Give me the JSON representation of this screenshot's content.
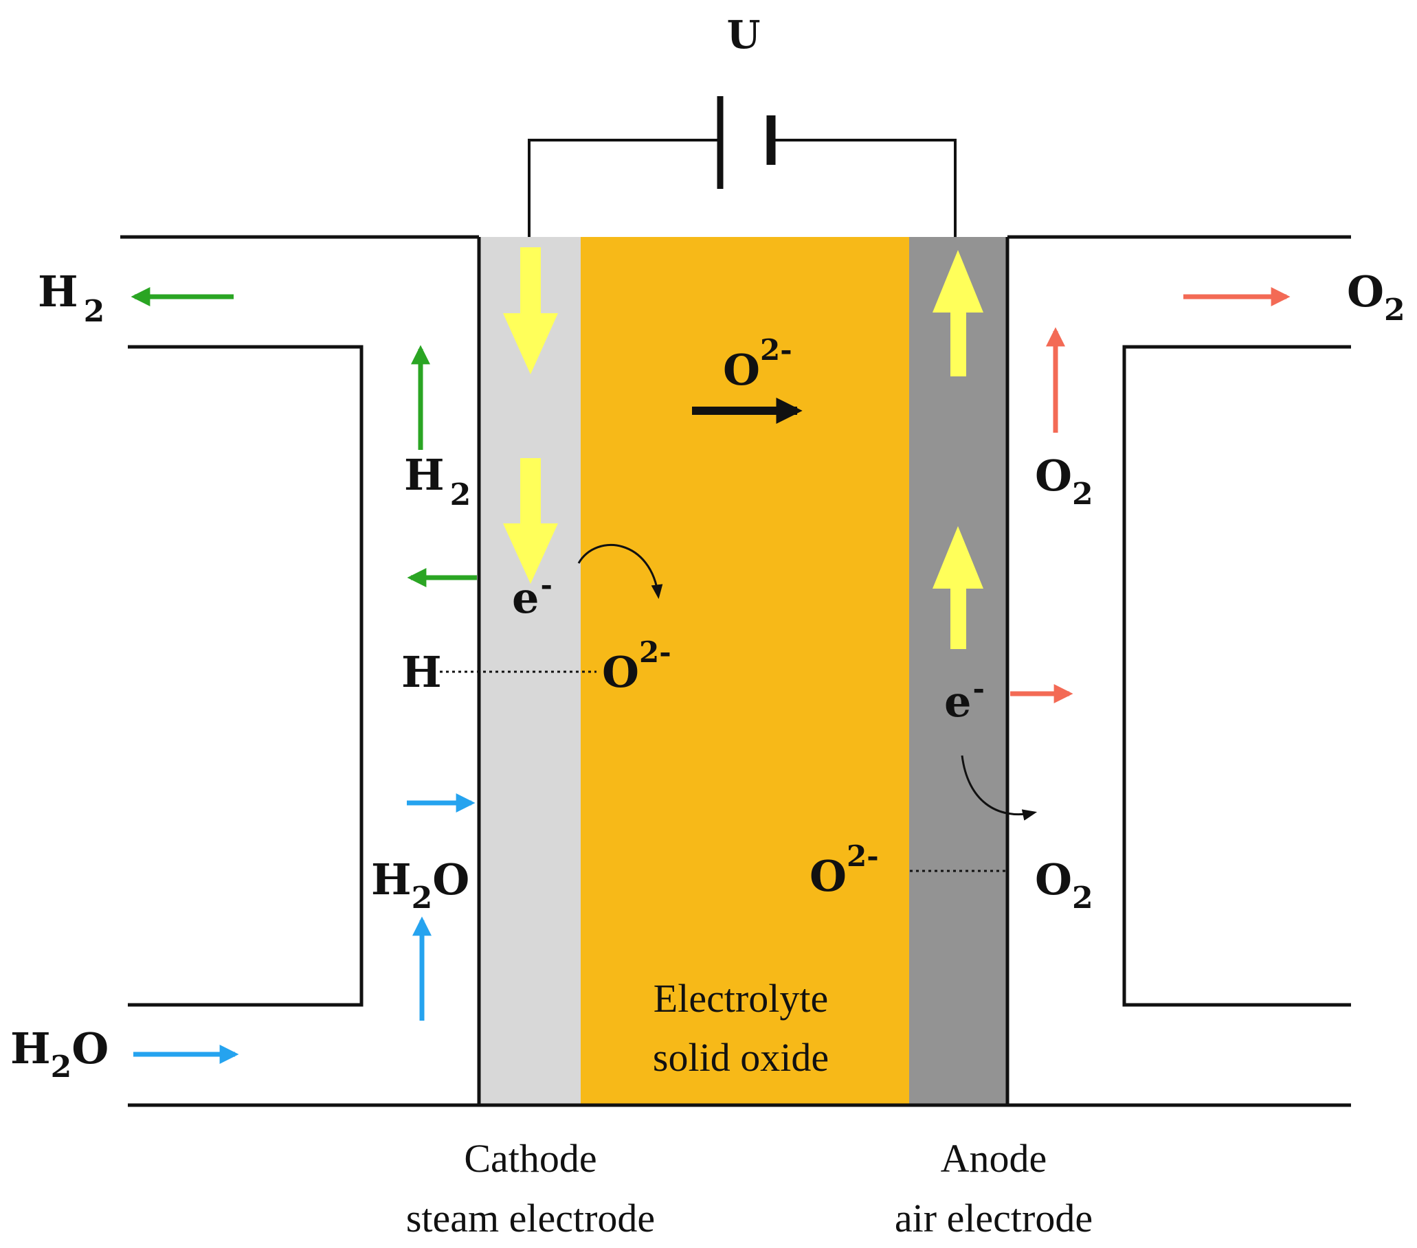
{
  "voltage_label": "U",
  "labels": {
    "h2_out": {
      "base": "H",
      "sub": "2"
    },
    "h2_rise": {
      "base": "H",
      "sub": "2"
    },
    "h_atom": {
      "base": "H"
    },
    "h2o_side": {
      "base": "H",
      "sub": "2",
      "tail": "O"
    },
    "h2o_in": {
      "base": "H",
      "sub": "2",
      "tail": "O"
    },
    "o2_out": {
      "base": "O",
      "sub": "2"
    },
    "o2_rise": {
      "base": "O",
      "sub": "2"
    },
    "o2_low": {
      "base": "O",
      "sub": "2"
    },
    "ion_transport": {
      "base": "O",
      "sup": "2-"
    },
    "ion_cathode": {
      "base": "O",
      "sup": "2-"
    },
    "ion_anode": {
      "base": "O",
      "sup": "2-"
    },
    "electron_cathode": {
      "base": "e",
      "sup": "-"
    },
    "electron_anode": {
      "base": "e",
      "sup": "-"
    }
  },
  "layers": {
    "electrolyte": {
      "line1": "Electrolyte",
      "line2": "solid oxide"
    },
    "cathode": {
      "line1": "Cathode",
      "line2": "steam electrode"
    },
    "anode": {
      "line1": "Anode",
      "line2": "air electrode"
    }
  },
  "colors": {
    "cathode": "#d8d8d8",
    "electrolyte": "#f7b918",
    "anode": "#939393",
    "electron_arrow": "#ffff5a",
    "hydrogen_arrow": "#2aa523",
    "water_arrow": "#25a3ef",
    "oxygen_arrow": "#f36a55",
    "lines": "#111111"
  }
}
